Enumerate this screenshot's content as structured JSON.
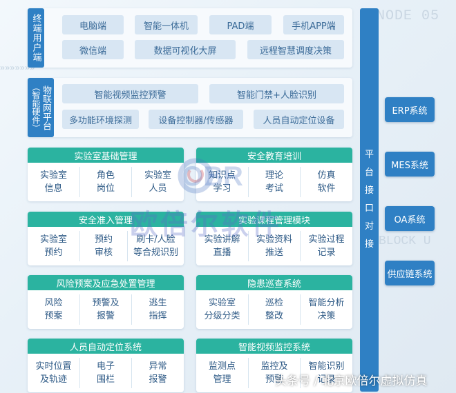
{
  "background": {
    "node_text": "NODE 05",
    "block_text": "BLOCK U",
    "arrows": "»»»»»»»"
  },
  "terminal": {
    "tag": "终端用户端",
    "items": [
      "电脑端",
      "智能一体机",
      "PAD端",
      "手机APP端",
      "微信端",
      "数据可视化大屏",
      "远程智慧调度决策"
    ]
  },
  "iot": {
    "tag_main": "物联网平台",
    "tag_sub": "（智能硬件）",
    "items": [
      "智能视频监控预警",
      "智能门禁+人脸识别",
      "多功能环境探测",
      "设备控制器/传感器",
      "人员自动定位设备"
    ]
  },
  "modules": [
    {
      "title": "实验室基础管理",
      "items": [
        "实验室\n信息",
        "角色\n岗位",
        "实验室\n人员"
      ]
    },
    {
      "title": "安全教育培训",
      "items": [
        "知识点\n学习",
        "理论\n考试",
        "仿真\n软件"
      ]
    },
    {
      "title": "安全准入管理",
      "items": [
        "实验室\n预约",
        "预约\n审核",
        "刷卡/人脸\n等合规识别"
      ]
    },
    {
      "title": "实验课程管理模块",
      "items": [
        "实验讲解\n直播",
        "实验资料\n推送",
        "实验过程\n记录"
      ]
    },
    {
      "title": "风险预案及应急处置管理",
      "items": [
        "风险\n预案",
        "预警及\n报警",
        "逃生\n指挥"
      ]
    },
    {
      "title": "隐患巡查系统",
      "items": [
        "实验室\n分级分类",
        "巡检\n整改",
        "智能分析\n决策"
      ]
    },
    {
      "title": "人员自动定位系统",
      "items": [
        "实时位置\n及轨迹",
        "电子\n围栏",
        "异常\n报警"
      ]
    },
    {
      "title": "智能视频监控系统",
      "items": [
        "监测点\n管理",
        "监控及\n预警",
        "智能识别\n记录"
      ]
    }
  ],
  "interface_bar": [
    "平",
    "台",
    "接",
    "口",
    "对",
    "接"
  ],
  "systems": [
    "ERP系统",
    "MES系统",
    "OA系统",
    "供应链系统"
  ],
  "watermark": {
    "logo": "OBR",
    "brand": "欧倍尔软件"
  },
  "footer": "头条号 / 北京欧倍尔虚拟仿真"
}
